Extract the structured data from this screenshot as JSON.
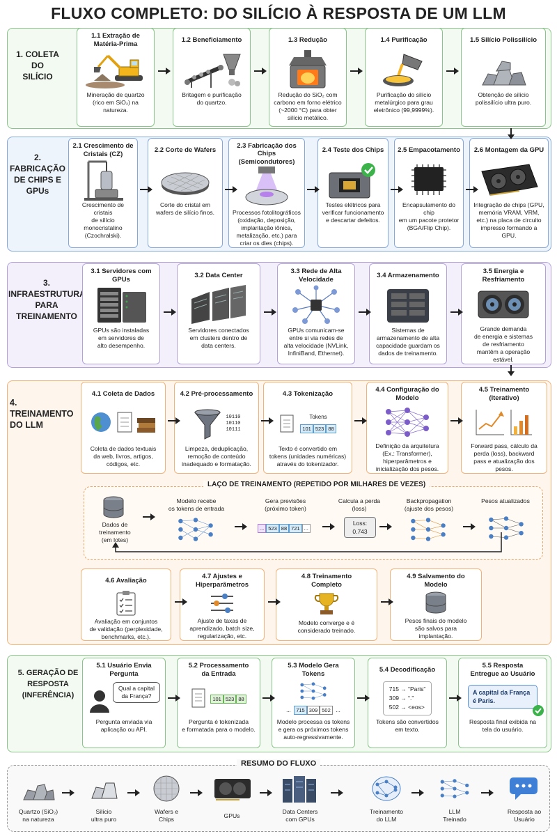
{
  "title": "FLUXO COMPLETO: DO SILÍCIO À RESPOSTA DE UM LLM",
  "phases": [
    {
      "label": "1. COLETA DO\nSILÍCIO"
    },
    {
      "label": "2. FABRICAÇÃO\nDE CHIPS E\nGPUs"
    },
    {
      "label": "3. INFRAESTRUTURA\nPARA TREINAMENTO"
    },
    {
      "label": "4. TREINAMENTO\nDO LLM"
    },
    {
      "label": "5. GERAÇÃO DE\nRESPOSTA (INFERÊNCIA)"
    }
  ],
  "row1": [
    {
      "title": "1.1 Extração de\nMatéria-Prima",
      "icon": "excavator-icon",
      "desc": "Mineração de quartzo\n(rico em SiO₂) na natureza."
    },
    {
      "title": "1.2 Beneficiamento",
      "icon": "conveyor-icon",
      "desc": "Britagem e purificação\ndo quartzo."
    },
    {
      "title": "1.3 Redução",
      "icon": "furnace-icon",
      "desc": "Redução do SiO₂ com\ncarbono em forno elétrico\n(~2000 °C) para obter\nsilício metálico."
    },
    {
      "title": "1.4 Purificação",
      "icon": "crucible-icon",
      "desc": "Purificação do silício\nmetalúrgico para grau\neletrônico (99,9999%)."
    },
    {
      "title": "1.5 Silício Polissilício",
      "icon": "rocks-icon",
      "desc": "Obtenção de silício\npolissilício ultra puro."
    }
  ],
  "row2": [
    {
      "title": "2.1 Crescimento de\nCristais (CZ)",
      "icon": "crystal-puller-icon",
      "desc": "Crescimento de cristais\nde silício monocristalino\n(Czochralski)."
    },
    {
      "title": "2.2 Corte de Wafers",
      "icon": "wafer-icon",
      "desc": "Corte do cristal em\nwafers de silício finos."
    },
    {
      "title": "2.3 Fabricação dos\nChips (Semicondutores)",
      "icon": "lithography-icon",
      "desc": "Processos fotolitográficos\n(oxidação, deposição,\nimplantação iônica,\nmetalização, etc.) para\ncriar os dies (chips)."
    },
    {
      "title": "2.4 Teste dos Chips",
      "icon": "chip-test-icon",
      "desc": "Testes elétricos para\nverificar funcionamento\ne descartar defeitos."
    },
    {
      "title": "2.5 Empacotamento",
      "icon": "chip-package-icon",
      "desc": "Encapsulamento do chip\nem um pacote protetor\n(BGA/Flip Chip)."
    },
    {
      "title": "2.6 Montagem da GPU",
      "icon": "gpu-icon",
      "desc": "Integração de chips (GPU,\nmemória VRAM, VRM,\netc.) na placa de circuito\nimpresso formando a GPU."
    }
  ],
  "row3": [
    {
      "title": "3.1 Servidores com\nGPUs",
      "icon": "server-icon",
      "desc": "GPUs são instaladas\nem servidores de\nalto desempenho."
    },
    {
      "title": "3.2 Data Center",
      "icon": "datacenter-icon",
      "desc": "Servidores conectados\nem clusters dentro de\ndata centers."
    },
    {
      "title": "3.3 Rede de Alta\nVelocidade",
      "icon": "network-icon",
      "desc": "GPUs comunicam-se\nentre si via redes de\nalta velocidade (NVLink,\nInfiniBand, Ethernet)."
    },
    {
      "title": "3.4 Armazenamento",
      "icon": "storage-icon",
      "desc": "Sistemas de\narmazenamento de alta\ncapacidade guardam os\ndados de treinamento."
    },
    {
      "title": "3.5 Energia e\nResfriamento",
      "icon": "cooling-icon",
      "desc": "Grande demanda\nde energia e sistemas\nde resfriamento\nmantêm a operação\nestável."
    }
  ],
  "row4": [
    {
      "title": "4.1 Coleta de Dados",
      "icon": "data-sources-icon",
      "desc": "Coleta de dados textuais\nda web, livros, artigos,\ncódigos, etc."
    },
    {
      "title": "4.2 Pré-processamento",
      "icon": "funnel-icon",
      "desc": "Limpeza, deduplicação,\nremoção de conteúdo\ninadequado e formatação."
    },
    {
      "title": "4.3 Tokenização",
      "icon": "tokens-icon",
      "desc": "Texto é convertido em\ntokens (unidades numéricas)\natravés do tokenizador."
    },
    {
      "title": "4.4 Configuração do\nModelo",
      "icon": "neural-net-icon",
      "desc": "Definição da arquitetura\n(Ex.: Transformer),\nhiperparâmetros e\ninicialização dos pesos."
    },
    {
      "title": "4.5 Treinamento\n(Iterativo)",
      "icon": "training-chart-icon",
      "desc": "Forward pass, cálculo da\nperda (loss), backward\npass e atualização dos\npesos."
    }
  ],
  "binary_lines": [
    "10110",
    "10110",
    "10111"
  ],
  "tokens_label": "Tokens",
  "tokens": [
    "101",
    "523",
    "88"
  ],
  "loop": {
    "title": "LAÇO DE TREINAMENTO (REPETIDO POR MILHARES DE VEZES)",
    "steps": [
      {
        "label": "Dados de\ntreinamento\n(em lotes)"
      },
      {
        "label": "Modelo recebe\nos tokens de entrada"
      },
      {
        "label": "Gera previsões\n(próximo token)"
      },
      {
        "label": "Calcula a perda\n(loss)"
      },
      {
        "label": "Backpropagation\n(ajuste dos pesos)"
      },
      {
        "label": "Pesos atualizados"
      }
    ],
    "pred_tokens": [
      "...",
      "523",
      "88",
      "721",
      "..."
    ],
    "loss_label": "Loss:",
    "loss_value": "0.743"
  },
  "row4b": [
    {
      "title": "4.6 Avaliação",
      "icon": "checklist-icon",
      "desc": "Avaliação em conjuntos\nde validação (perplexidade,\nbenchmarks, etc.)."
    },
    {
      "title": "4.7 Ajustes e\nHiperparâmetros",
      "icon": "sliders-icon",
      "desc": "Ajuste de taxas de\naprendizado, batch size,\nregularização, etc."
    },
    {
      "title": "4.8 Treinamento\nCompleto",
      "icon": "trophy-icon",
      "desc": "Modelo converge e é\nconsiderado treinado."
    },
    {
      "title": "4.9 Salvamento do\nModelo",
      "icon": "database-icon",
      "desc": "Pesos finais do modelo\nsão salvos para\nimplantação."
    }
  ],
  "row5": [
    {
      "title": "5.1 Usuário Envia\nPergunta",
      "icon": "user-icon",
      "desc": "Pergunta enviada via\naplicação ou API."
    },
    {
      "title": "5.2 Processamento\nda Entrada",
      "icon": "document-icon",
      "desc": "Pergunta é tokenizada\ne formatada para o modelo."
    },
    {
      "title": "5.3 Modelo Gera\nTokens",
      "icon": "neural-net-icon",
      "desc": "Modelo processa os tokens\ne gera os próximos tokens\nauto-regressivamente."
    },
    {
      "title": "5.4 Decodificação",
      "icon": "decode-icon",
      "desc": "Tokens são convertidos\nem texto."
    },
    {
      "title": "5.5 Resposta\nEntregue ao Usuário",
      "icon": "answer-bubble-icon",
      "desc": "Resposta final exibida na\ntela do usuário."
    }
  ],
  "question": "Qual a capital\nda França?",
  "input_tokens": [
    "101",
    "523",
    "88"
  ],
  "gen_tokens": [
    "...",
    "715",
    "309",
    "502",
    "..."
  ],
  "decode_map": [
    "715 → “Paris”",
    "309 → “.”",
    "502 → <eos>"
  ],
  "answer": "A capital da França\né Paris.",
  "summary": {
    "title": "RESUMO DO FLUXO",
    "items": [
      {
        "label": "Quartzo (SiO₂)\nna natureza"
      },
      {
        "label": "Silício\nultra puro"
      },
      {
        "label": "Wafers e\nChips"
      },
      {
        "label": "GPUs"
      },
      {
        "label": "Data Centers\ncom GPUs"
      },
      {
        "label": "Treinamento\ndo LLM"
      },
      {
        "label": "LLM\nTreinado"
      },
      {
        "label": "Resposta ao\nUsuário"
      }
    ]
  },
  "colors": {
    "green": "#8bc48b",
    "blue": "#86a8d8",
    "purple": "#b3a1d9",
    "orange": "#f0b27a"
  }
}
